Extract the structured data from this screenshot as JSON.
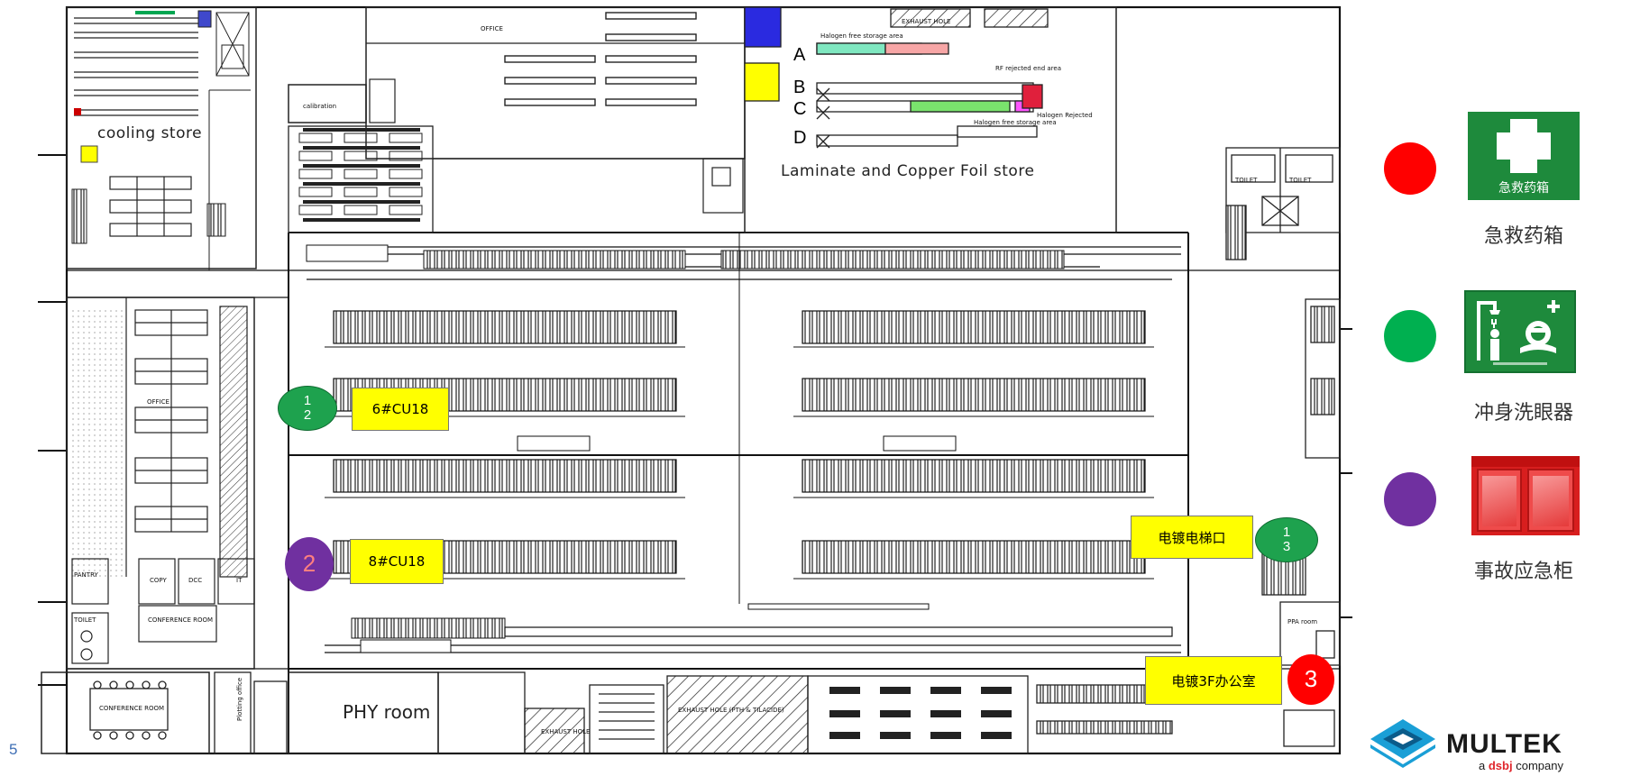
{
  "floor_plan": {
    "labels": {
      "office_top": "OFFICE",
      "cooling_store": "cooling  store",
      "calibration": "calibration",
      "laminate_store": "Laminate and Copper Foil store",
      "row_a": "A",
      "row_b": "B",
      "row_c": "C",
      "row_d": "D",
      "office_left": "OFFICE",
      "pantry": "PANTRY",
      "copy": "COPY",
      "dcc": "DCC",
      "it": "IT",
      "toilet_left": "TOILET",
      "conference_room_1": "CONFERENCE ROOM",
      "conference_room_2": "CONFERENCE ROOM",
      "plotting_office": "Plotting office",
      "phy_room": "PHY room",
      "exhaust_hole_top": "EXHAUST HOLE",
      "exhaust_hole_bottom": "EXHAUST HOLE",
      "exhaust_hole_pth": "EXHAUST HOLE (PTH & TILACIDE)",
      "toilet_right_1": "TOILET",
      "toilet_right_2": "TOILET",
      "ppa_room": "PPA room",
      "halogen_free_1": "Halogen free storage area",
      "halogen_free_2": "Halogen free storage area",
      "rf_rejected": "RF rejected end area",
      "halogen_rejected": "Halogen Rejected"
    },
    "yellow_boxes": {
      "cu18_6": "6#CU18",
      "cu18_8": "8#CU18",
      "elevator": "电镀电梯口",
      "office_3f": "电镀3F办公室"
    },
    "markers": {
      "green_1": "1\n2",
      "purple_2": "2",
      "green_13": "1\n3",
      "red_3": "3"
    }
  },
  "legend": {
    "items": [
      {
        "label": "急救药箱",
        "dot_color": "#ff0000",
        "sign_text": "急救药箱",
        "icon": "first-aid-kit-icon"
      },
      {
        "label": "冲身洗眼器",
        "dot_color": "#00b050",
        "icon": "eyewash-shower-icon"
      },
      {
        "label": "事故应急柜",
        "dot_color": "#7030a0",
        "icon": "emergency-cabinet-icon"
      }
    ]
  },
  "footer": {
    "page_number": "5",
    "brand": "MULTEK",
    "brand_sub_prefix": "a",
    "brand_sub_mark": "dsbj",
    "brand_sub_suffix": "company"
  },
  "colors": {
    "green_marker": "#1ea24e",
    "purple_marker": "#7030a0",
    "red_marker": "#ff0000",
    "yellow_label": "#ffff00",
    "first_aid_sign": "#1e8a3c",
    "cabinet_red": "#e82525"
  }
}
